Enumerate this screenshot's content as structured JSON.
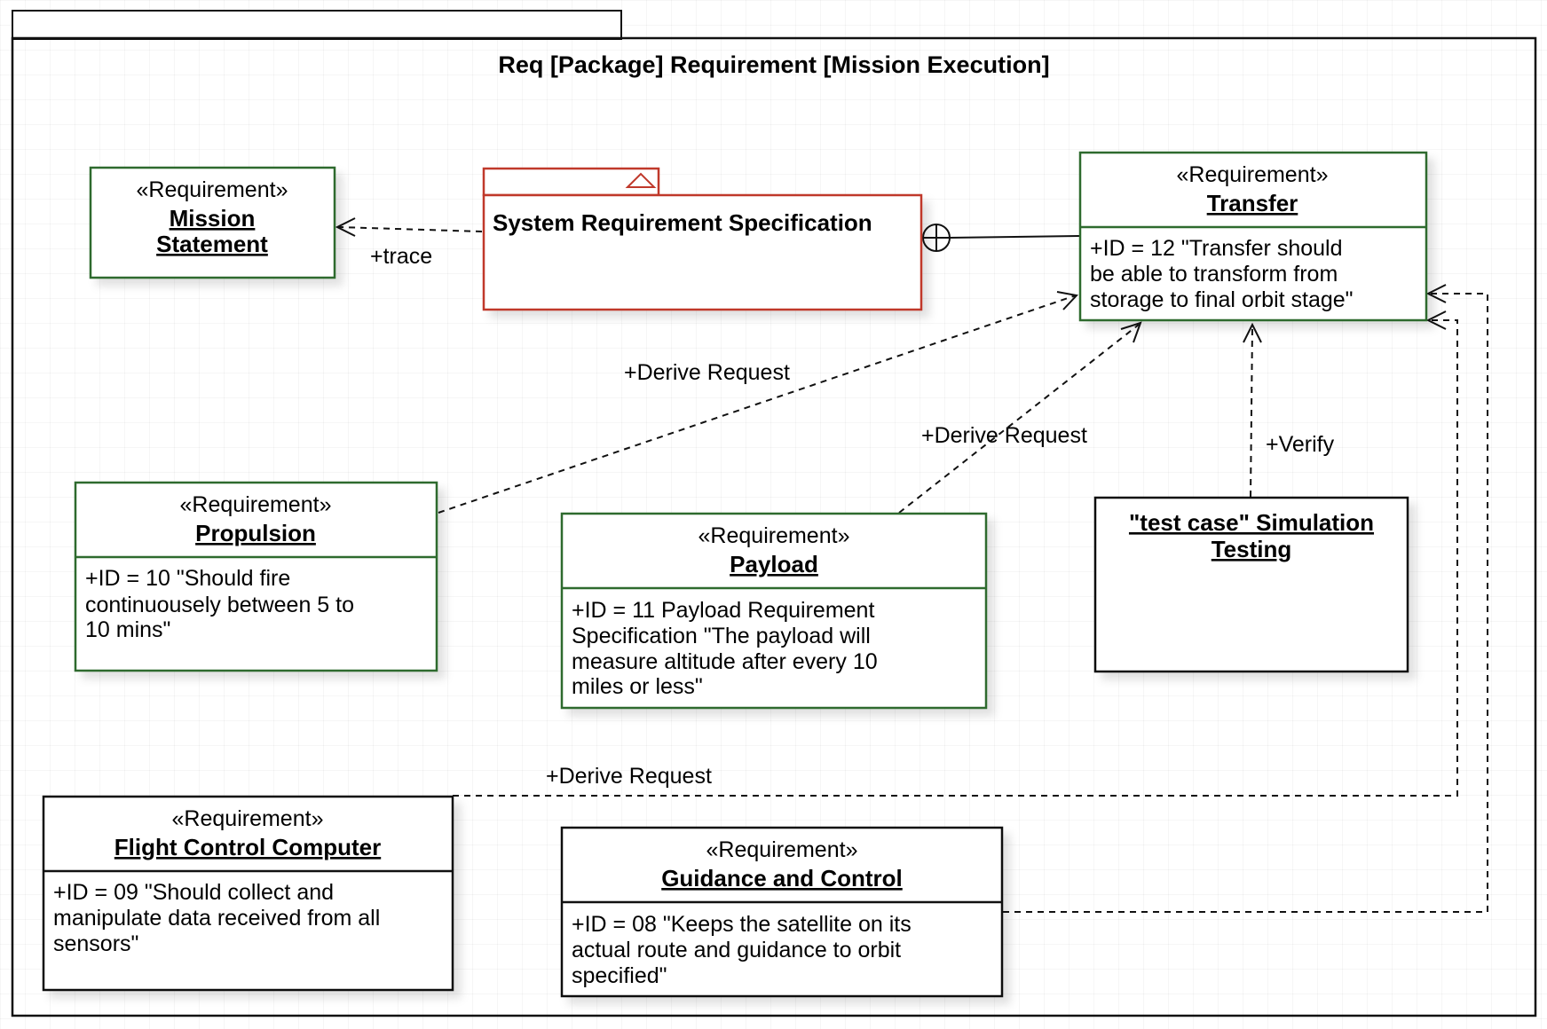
{
  "diagram": {
    "title": "Req [Package] Requirement [Mission Execution]",
    "colors": {
      "requirement_border": "#2e6b2e",
      "spec_border": "#c0392b",
      "plain_border": "#111111",
      "line": "#111111"
    }
  },
  "blocks": {
    "mission_statement": {
      "stereotype": "«Requirement»",
      "name_line1": "Mission",
      "name_line2": "Statement"
    },
    "srs": {
      "name": "System Requirement Specification"
    },
    "transfer": {
      "stereotype": "«Requirement»",
      "name": "Transfer",
      "text_line1": "+ID = 12 \"Transfer should",
      "text_line2": "be able to transform from",
      "text_line3": "storage to final orbit stage\""
    },
    "propulsion": {
      "stereotype": "«Requirement»",
      "name": "Propulsion",
      "text_line1": "+ID = 10 \"Should fire",
      "text_line2": "continuousely between 5 to",
      "text_line3": "10 mins\""
    },
    "payload": {
      "stereotype": "«Requirement»",
      "name": "Payload",
      "text_line1": "+ID = 11 Payload Requirement",
      "text_line2": "Specification \"The payload will",
      "text_line3": "measure altitude after every 10",
      "text_line4": "miles or less\""
    },
    "test_case": {
      "name_line1": "\"test case\" Simulation",
      "name_line2": "Testing"
    },
    "flight_control": {
      "stereotype": "«Requirement»",
      "name": "Flight Control Computer",
      "text_line1": "+ID = 09 \"Should collect and",
      "text_line2": "manipulate data received from all",
      "text_line3": "sensors\""
    },
    "guidance": {
      "stereotype": "«Requirement»",
      "name": "Guidance and Control",
      "text_line1": "+ID = 08 \"Keeps the satellite on its",
      "text_line2": "actual route and guidance to orbit",
      "text_line3": "specified\""
    }
  },
  "relations": {
    "trace_label": "+trace",
    "derive_propulsion_label": "+Derive Request",
    "derive_payload_label": "+Derive Request",
    "verify_label": "+Verify",
    "derive_flight_label": "+Derive Request"
  }
}
